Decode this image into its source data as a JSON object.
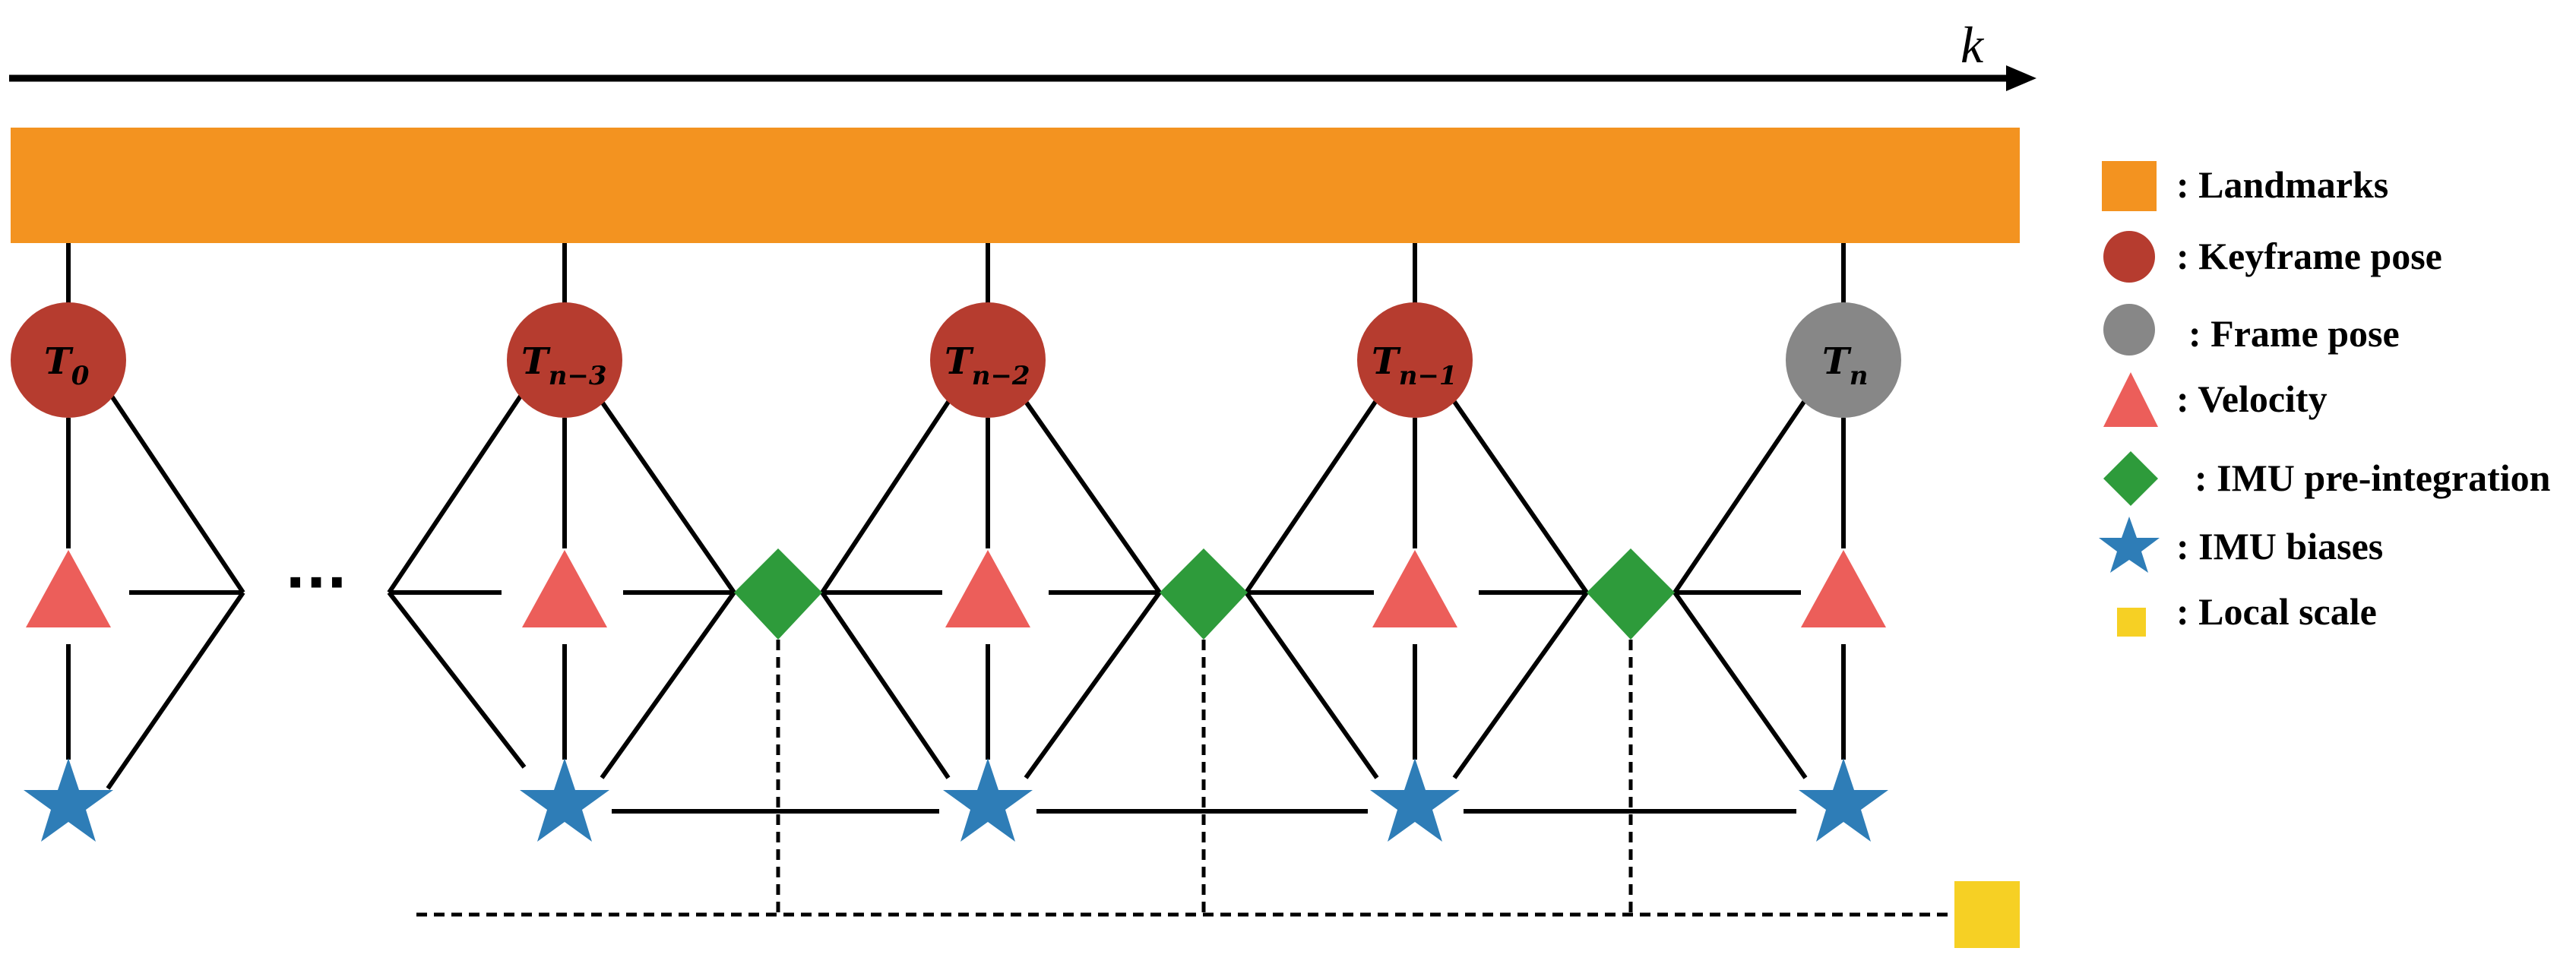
{
  "axis": {
    "label": "k"
  },
  "nodes": {
    "poses": [
      {
        "main": "T",
        "sub": "0",
        "kind": "keyframe"
      },
      {
        "main": "T",
        "sub": "n−3",
        "kind": "keyframe"
      },
      {
        "main": "T",
        "sub": "n−2",
        "kind": "keyframe"
      },
      {
        "main": "T",
        "sub": "n−1",
        "kind": "keyframe"
      },
      {
        "main": "T",
        "sub": "n",
        "kind": "frame"
      }
    ],
    "ellipsis": "···"
  },
  "legend": [
    {
      "shape": "landmark-rect",
      "label": ": Landmarks"
    },
    {
      "shape": "keyframe-circle",
      "label": ": Keyframe pose"
    },
    {
      "shape": "frame-circle",
      "label": ": Frame pose"
    },
    {
      "shape": "velocity-triangle",
      "label": ": Velocity"
    },
    {
      "shape": "imu-diamond",
      "label": ": IMU pre-integration"
    },
    {
      "shape": "bias-star",
      "label": ": IMU biases"
    },
    {
      "shape": "scale-square",
      "label": ": Local scale"
    }
  ],
  "colors": {
    "landmark": "#F39320",
    "keyframe": "#B63C2F",
    "frame": "#878787",
    "velocity": "#EC5E5A",
    "imu": "#2E9B3B",
    "bias": "#2E7DB7",
    "scale": "#F6D024",
    "line": "#000000"
  }
}
